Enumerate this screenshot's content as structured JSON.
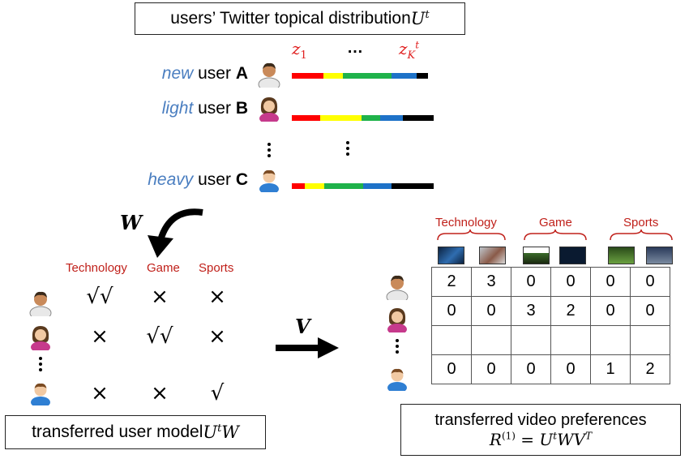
{
  "top_box": {
    "text": "users’ Twitter topical distribution ",
    "math": "U",
    "sup": "t"
  },
  "topic_labels": {
    "first": "z",
    "first_sub": "1",
    "ellipsis": "…",
    "last": "z",
    "last_sub": "K",
    "last_sup": "t"
  },
  "users": [
    {
      "kind": "new",
      "word": " user ",
      "letter": "A",
      "segments": [
        {
          "color": "#ff0000",
          "frac": 0.22
        },
        {
          "color": "#ffff00",
          "frac": 0.14
        },
        {
          "color": "#1fb24a",
          "frac": 0.34
        },
        {
          "color": "#1e72c8",
          "frac": 0.18
        },
        {
          "color": "#000000",
          "frac": 0.08
        }
      ]
    },
    {
      "kind": "light",
      "word": " user ",
      "letter": "B",
      "segments": [
        {
          "color": "#ff0000",
          "frac": 0.2
        },
        {
          "color": "#ffff00",
          "frac": 0.29
        },
        {
          "color": "#1fb24a",
          "frac": 0.13
        },
        {
          "color": "#1e72c8",
          "frac": 0.16
        },
        {
          "color": "#000000",
          "frac": 0.22
        }
      ]
    },
    {
      "kind": "heavy",
      "word": " user ",
      "letter": "C",
      "segments": [
        {
          "color": "#ff0000",
          "frac": 0.09
        },
        {
          "color": "#ffff00",
          "frac": 0.14
        },
        {
          "color": "#1fb24a",
          "frac": 0.27
        },
        {
          "color": "#1e72c8",
          "frac": 0.2
        },
        {
          "color": "#000000",
          "frac": 0.3
        }
      ]
    }
  ],
  "arrow_w": "W",
  "arrow_v": "V",
  "model_categories": [
    "Technology",
    "Game",
    "Sports"
  ],
  "model_marks": [
    [
      "√√",
      "×",
      "×"
    ],
    [
      "×",
      "√√",
      "×"
    ],
    [
      "×",
      "×",
      "√"
    ]
  ],
  "model_box": {
    "text": "transferred user model ",
    "math": "U",
    "sup": "t",
    "math2": "W"
  },
  "video_categories": [
    "Technology",
    "Game",
    "Sports"
  ],
  "matrix": [
    [
      "2",
      "3",
      "0",
      "0",
      "0",
      "0"
    ],
    [
      "0",
      "0",
      "3",
      "2",
      "0",
      "0"
    ],
    [
      "",
      "",
      "",
      "",
      "",
      ""
    ],
    [
      "0",
      "0",
      "0",
      "0",
      "1",
      "2"
    ]
  ],
  "pref_box": {
    "line1": "transferred video preferences",
    "lhs": "R",
    "lhs_sup": "(1)",
    "eq": " = ",
    "rhs": "U",
    "rhs_sup": "t",
    "rhs2": "WV",
    "rhs2_sup": "T"
  },
  "colors": {
    "red_label": "#c0201a",
    "blue_kind": "#4a7ec0"
  }
}
